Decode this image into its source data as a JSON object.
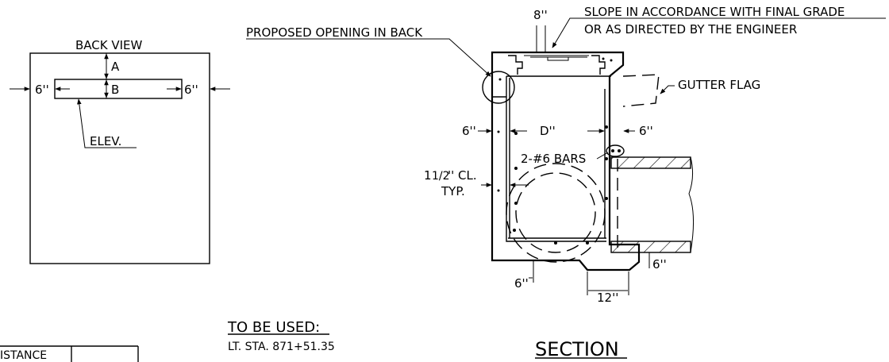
{
  "back_view": {
    "title": "BACK VIEW",
    "dim_a": "A",
    "dim_b": "B",
    "dim_left": "6''",
    "dim_right": "6''",
    "elev_label": "ELEV."
  },
  "section": {
    "title": "SECTION",
    "top_dim": "8''",
    "slope_note_1": "SLOPE IN ACCORDANCE WITH FINAL GRADE",
    "slope_note_2": "OR AS DIRECTED BY THE ENGINEER",
    "opening_note": "PROPOSED OPENING IN BACK",
    "gutter_flag": "GUTTER FLAG",
    "left_wall_dim": "6''",
    "inner_dim": "D''",
    "right_wall_dim": "6''",
    "bars_label": "2-#6 BARS",
    "clear_cover_whole": "1",
    "clear_cover_frac": "1/2",
    "clear_cover_rest": "'' CL.",
    "clear_cover_typ": "TYP.",
    "bottom_left_dim": "6''",
    "bottom_width_dim": "12''",
    "pipe_dim": "6''"
  },
  "usage": {
    "heading": "TO BE USED:",
    "station": "LT. STA. 871+51.35"
  },
  "table_stub": {
    "cell_text": "ISTANCE"
  }
}
